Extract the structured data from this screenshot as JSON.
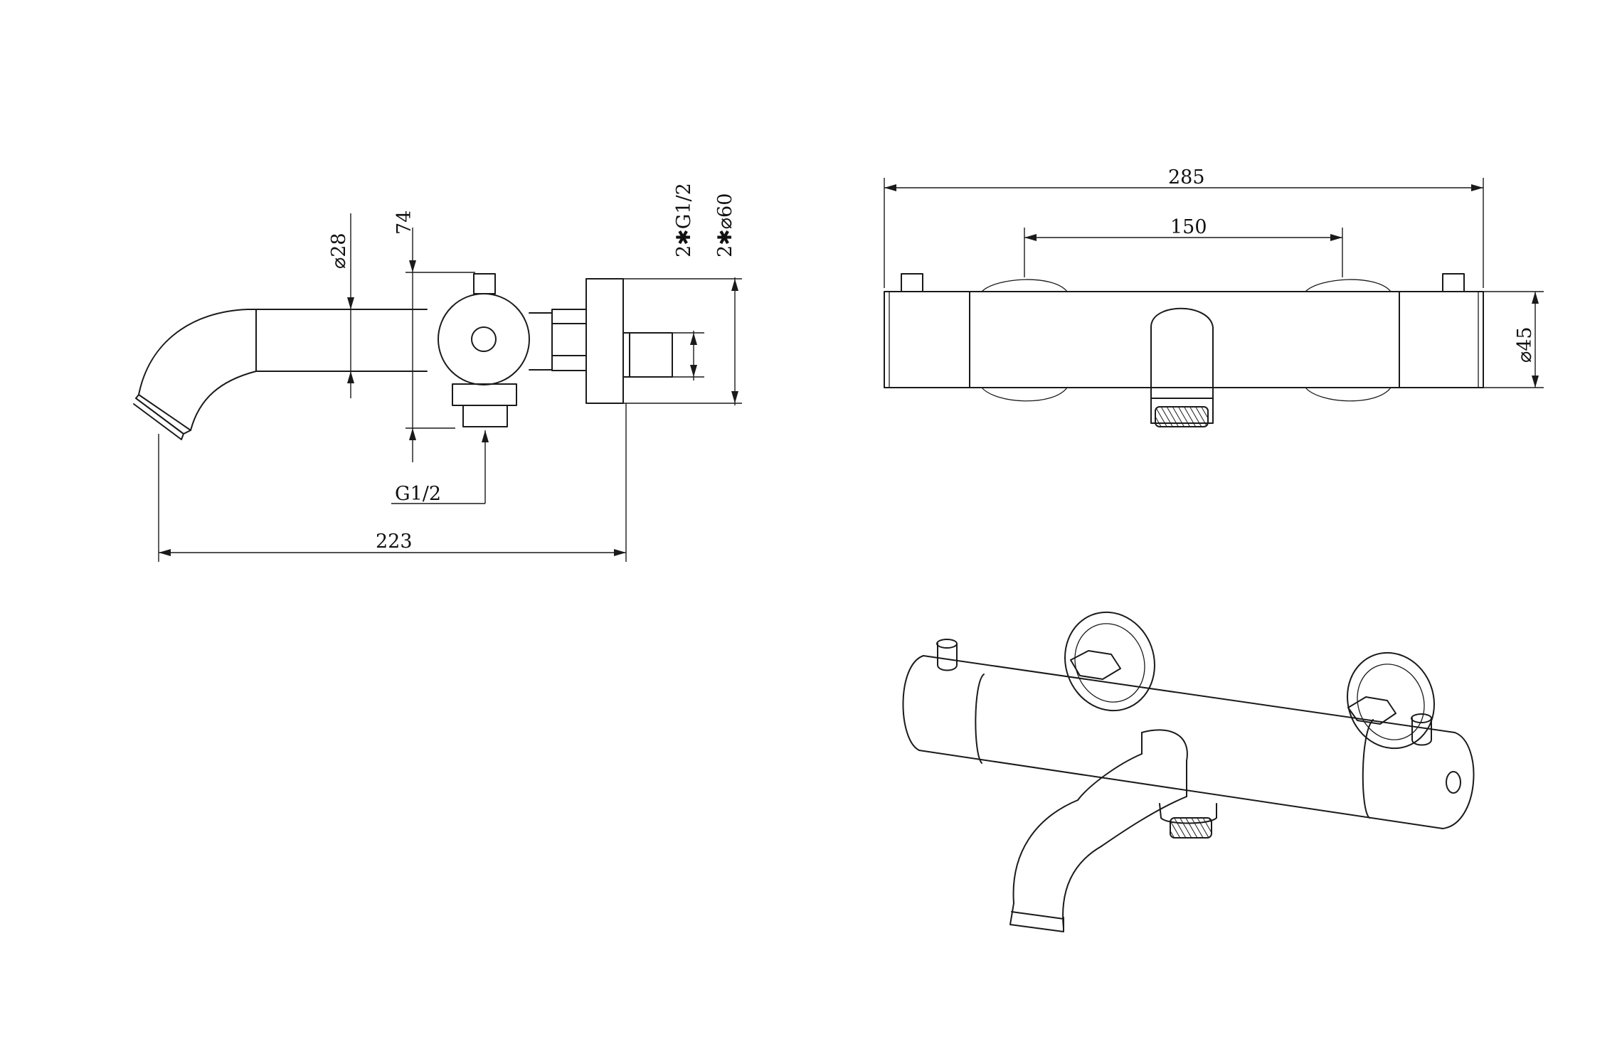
{
  "drawing": {
    "side_view": {
      "dim_diameter_28": "⌀28",
      "dim_74": "74",
      "dim_2xg12": "2✱G1/2",
      "dim_2xd60": "2✱⌀60",
      "dim_g12": "G1/2",
      "dim_223": "223"
    },
    "front_view": {
      "dim_285": "285",
      "dim_150": "150",
      "dim_diameter_45": "⌀45"
    },
    "iso_view": {}
  }
}
